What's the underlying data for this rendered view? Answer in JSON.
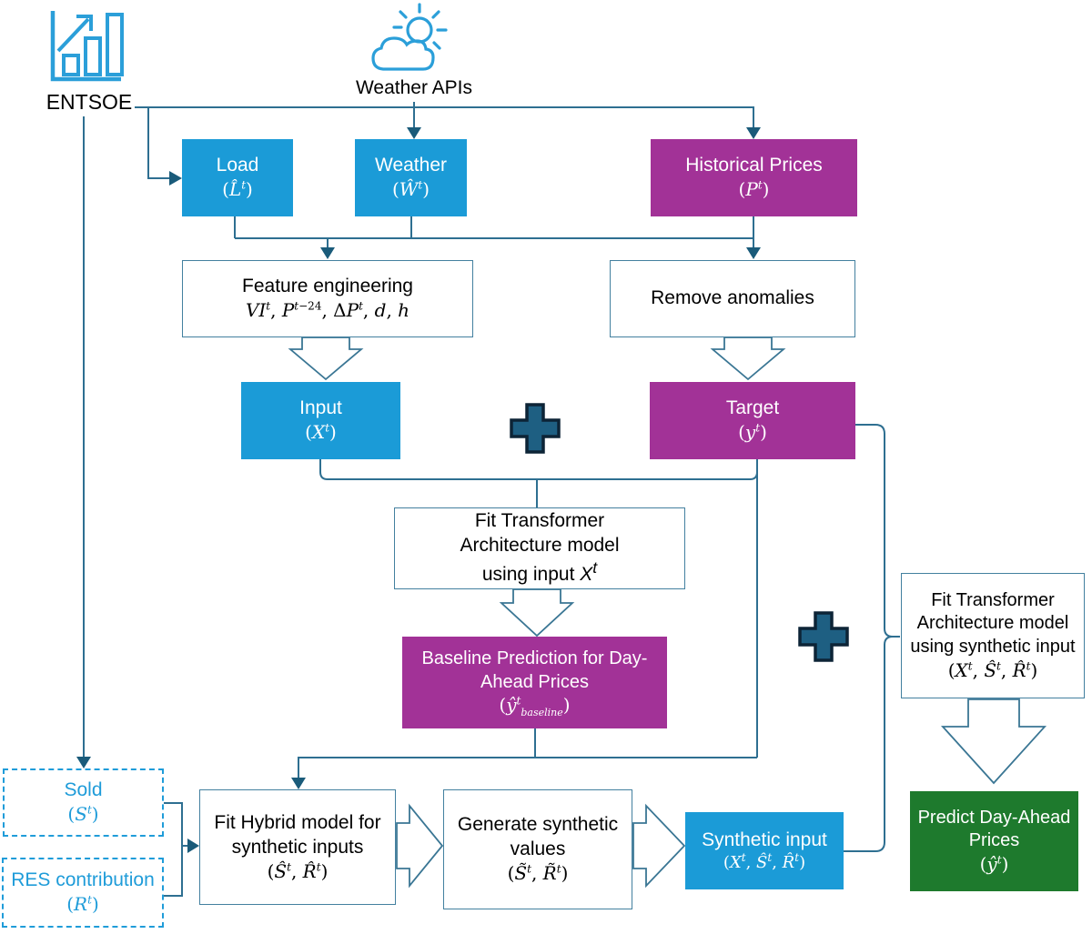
{
  "title": "Day-ahead price prediction pipeline flowchart",
  "colors": {
    "box_blue": "#1b9bd7",
    "box_purple": "#a23297",
    "box_green": "#1e7a2d",
    "connector_line": "#2e6f91",
    "arrowhead": "#1a5b7a",
    "plus_fill": "#1e5f82",
    "plus_outline": "#0d2436",
    "white_box_border": "#43809f",
    "dashed_box": "#1f9cd9",
    "icon_blue": "#2b9fd9"
  },
  "header": {
    "entsoe_label": "ENTSOE",
    "weather_apis_label": "Weather APIs"
  },
  "icons": {
    "entsoe": "bar-chart-with-rising-arrow",
    "weather": "sun-behind-cloud"
  },
  "nodes": {
    "load": {
      "title": "Load",
      "formula": "(<i>L̂</i><sup><i>t</i></sup>)"
    },
    "weather": {
      "title": "Weather",
      "formula": "(<i>Ŵ</i><sup><i>t</i></sup>)"
    },
    "historical": {
      "title": "Historical Prices",
      "formula": "(<i>P</i><sup><i>t</i></sup>)"
    },
    "feature": {
      "title": "Feature engineering",
      "formula": "<i>VI</i><sup><i>t</i></sup>, <i>P</i><sup><i>t</i>−24</sup>, Δ<i>P</i><sup><i>t</i></sup>, <i>d</i>, <i>h</i>"
    },
    "remove": {
      "title": "Remove anomalies"
    },
    "input": {
      "title": "Input",
      "formula": "(<i>X</i><sup><i>t</i></sup>)"
    },
    "target": {
      "title": "Target",
      "formula": "(<i>y</i><sup><i>t</i></sup>)"
    },
    "fit1": {
      "line1": "Fit Transformer",
      "line2": "Architecture model",
      "line3": "using input <i>X</i><sup><i>t</i></sup>"
    },
    "baseline": {
      "line1": "Baseline Prediction for Day-",
      "line2": "Ahead Prices",
      "formula": "(<i>ŷ</i><sup><i>t</i></sup><sub><i>baseline</i></sub>)"
    },
    "fit2": {
      "line1": "Fit Transformer",
      "line2": "Architecture model",
      "line3": "using synthetic input",
      "formula": "(<i>X</i><sup><i>t</i></sup>, <i>Ŝ</i><sup><i>t</i></sup>, <i>R̂</i><sup><i>t</i></sup>)"
    },
    "predict": {
      "line1": "Predict Day-Ahead",
      "line2": "Prices",
      "formula": "(<i>ŷ</i><sup><i>t</i></sup>)"
    },
    "hybrid": {
      "line1": "Fit Hybrid model for",
      "line2": "synthetic inputs",
      "formula": "(<i>Ŝ</i><sup><i>t</i></sup>, <i>R̂</i><sup><i>t</i></sup>)"
    },
    "generate": {
      "line1": "Generate synthetic",
      "line2": "values",
      "formula": "(<i>S̃</i><sup><i>t</i></sup>, <i>R̃</i><sup><i>t</i></sup>)"
    },
    "synth": {
      "title": "Synthetic input",
      "formula": "(<i>X</i><sup><i>t</i></sup>, <i>Ŝ</i><sup><i>t</i></sup>, <i>R̂</i><sup><i>t</i></sup>)"
    },
    "sold": {
      "title": "Sold",
      "formula": "(<i>S</i><sup><i>t</i></sup>)"
    },
    "res": {
      "title": "RES contribution",
      "formula": "(<i>R</i><sup><i>t</i></sup>)"
    }
  }
}
